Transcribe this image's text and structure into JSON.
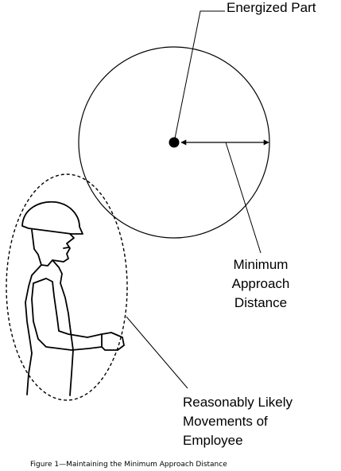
{
  "labels": {
    "energized_part": "Energized Part",
    "minimum_approach_distance": [
      "Minimum",
      "Approach",
      "Distance"
    ],
    "reasonably_likely_movements": [
      "Reasonably Likely",
      "Movements of",
      "Employee"
    ]
  },
  "caption": "Figure 1—Maintaining the Minimum Approach Distance"
}
